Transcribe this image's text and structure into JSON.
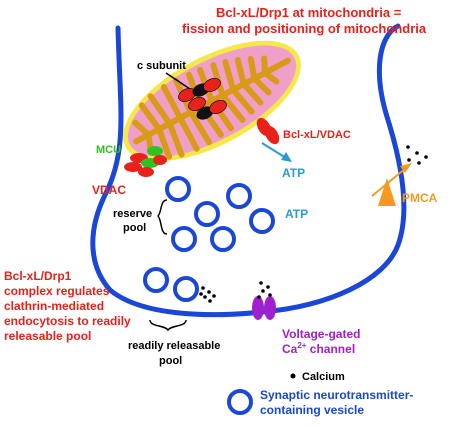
{
  "colors": {
    "membrane": "#1a47d6",
    "red_text": "#e8211a",
    "mito_outer": "#f5e84a",
    "mito_inner": "#f0a0c8",
    "cristae": "#d99a1a",
    "green": "#2ec41f",
    "atp_blue": "#2a9ad6",
    "pmca_orange": "#f59a1f",
    "channel_purple": "#a020d0"
  },
  "labels": {
    "title_line1": "Bcl-xL/Drp1 at mitochondria =",
    "title_line2": "fission and positioning of mitochondria",
    "c_subunit": "c subunit",
    "mcu": "MCU",
    "vdac": "VDAC",
    "bclxl_vdac": "Bcl-xL/VDAC",
    "atp_top": "ATP",
    "atp_mid": "ATP",
    "reserve_pool_1": "reserve",
    "reserve_pool_2": "pool",
    "pmca": "PMCA",
    "complex_1": "Bcl-xL/Drp1",
    "complex_2": "complex regulates",
    "complex_3": "clathrin-mediated",
    "complex_4": "endocytosis to readily",
    "complex_5": "releasable pool",
    "rrp_1": "readily releasable",
    "rrp_2": "pool",
    "vgcc_1": "Voltage-gated",
    "vgcc_2a": "Ca",
    "vgcc_2sup": "2+",
    "vgcc_2b": " channel",
    "calcium": "Calcium",
    "legend_vesicle_1": "Synaptic neurotransmitter-",
    "legend_vesicle_2": "containing vesicle"
  }
}
